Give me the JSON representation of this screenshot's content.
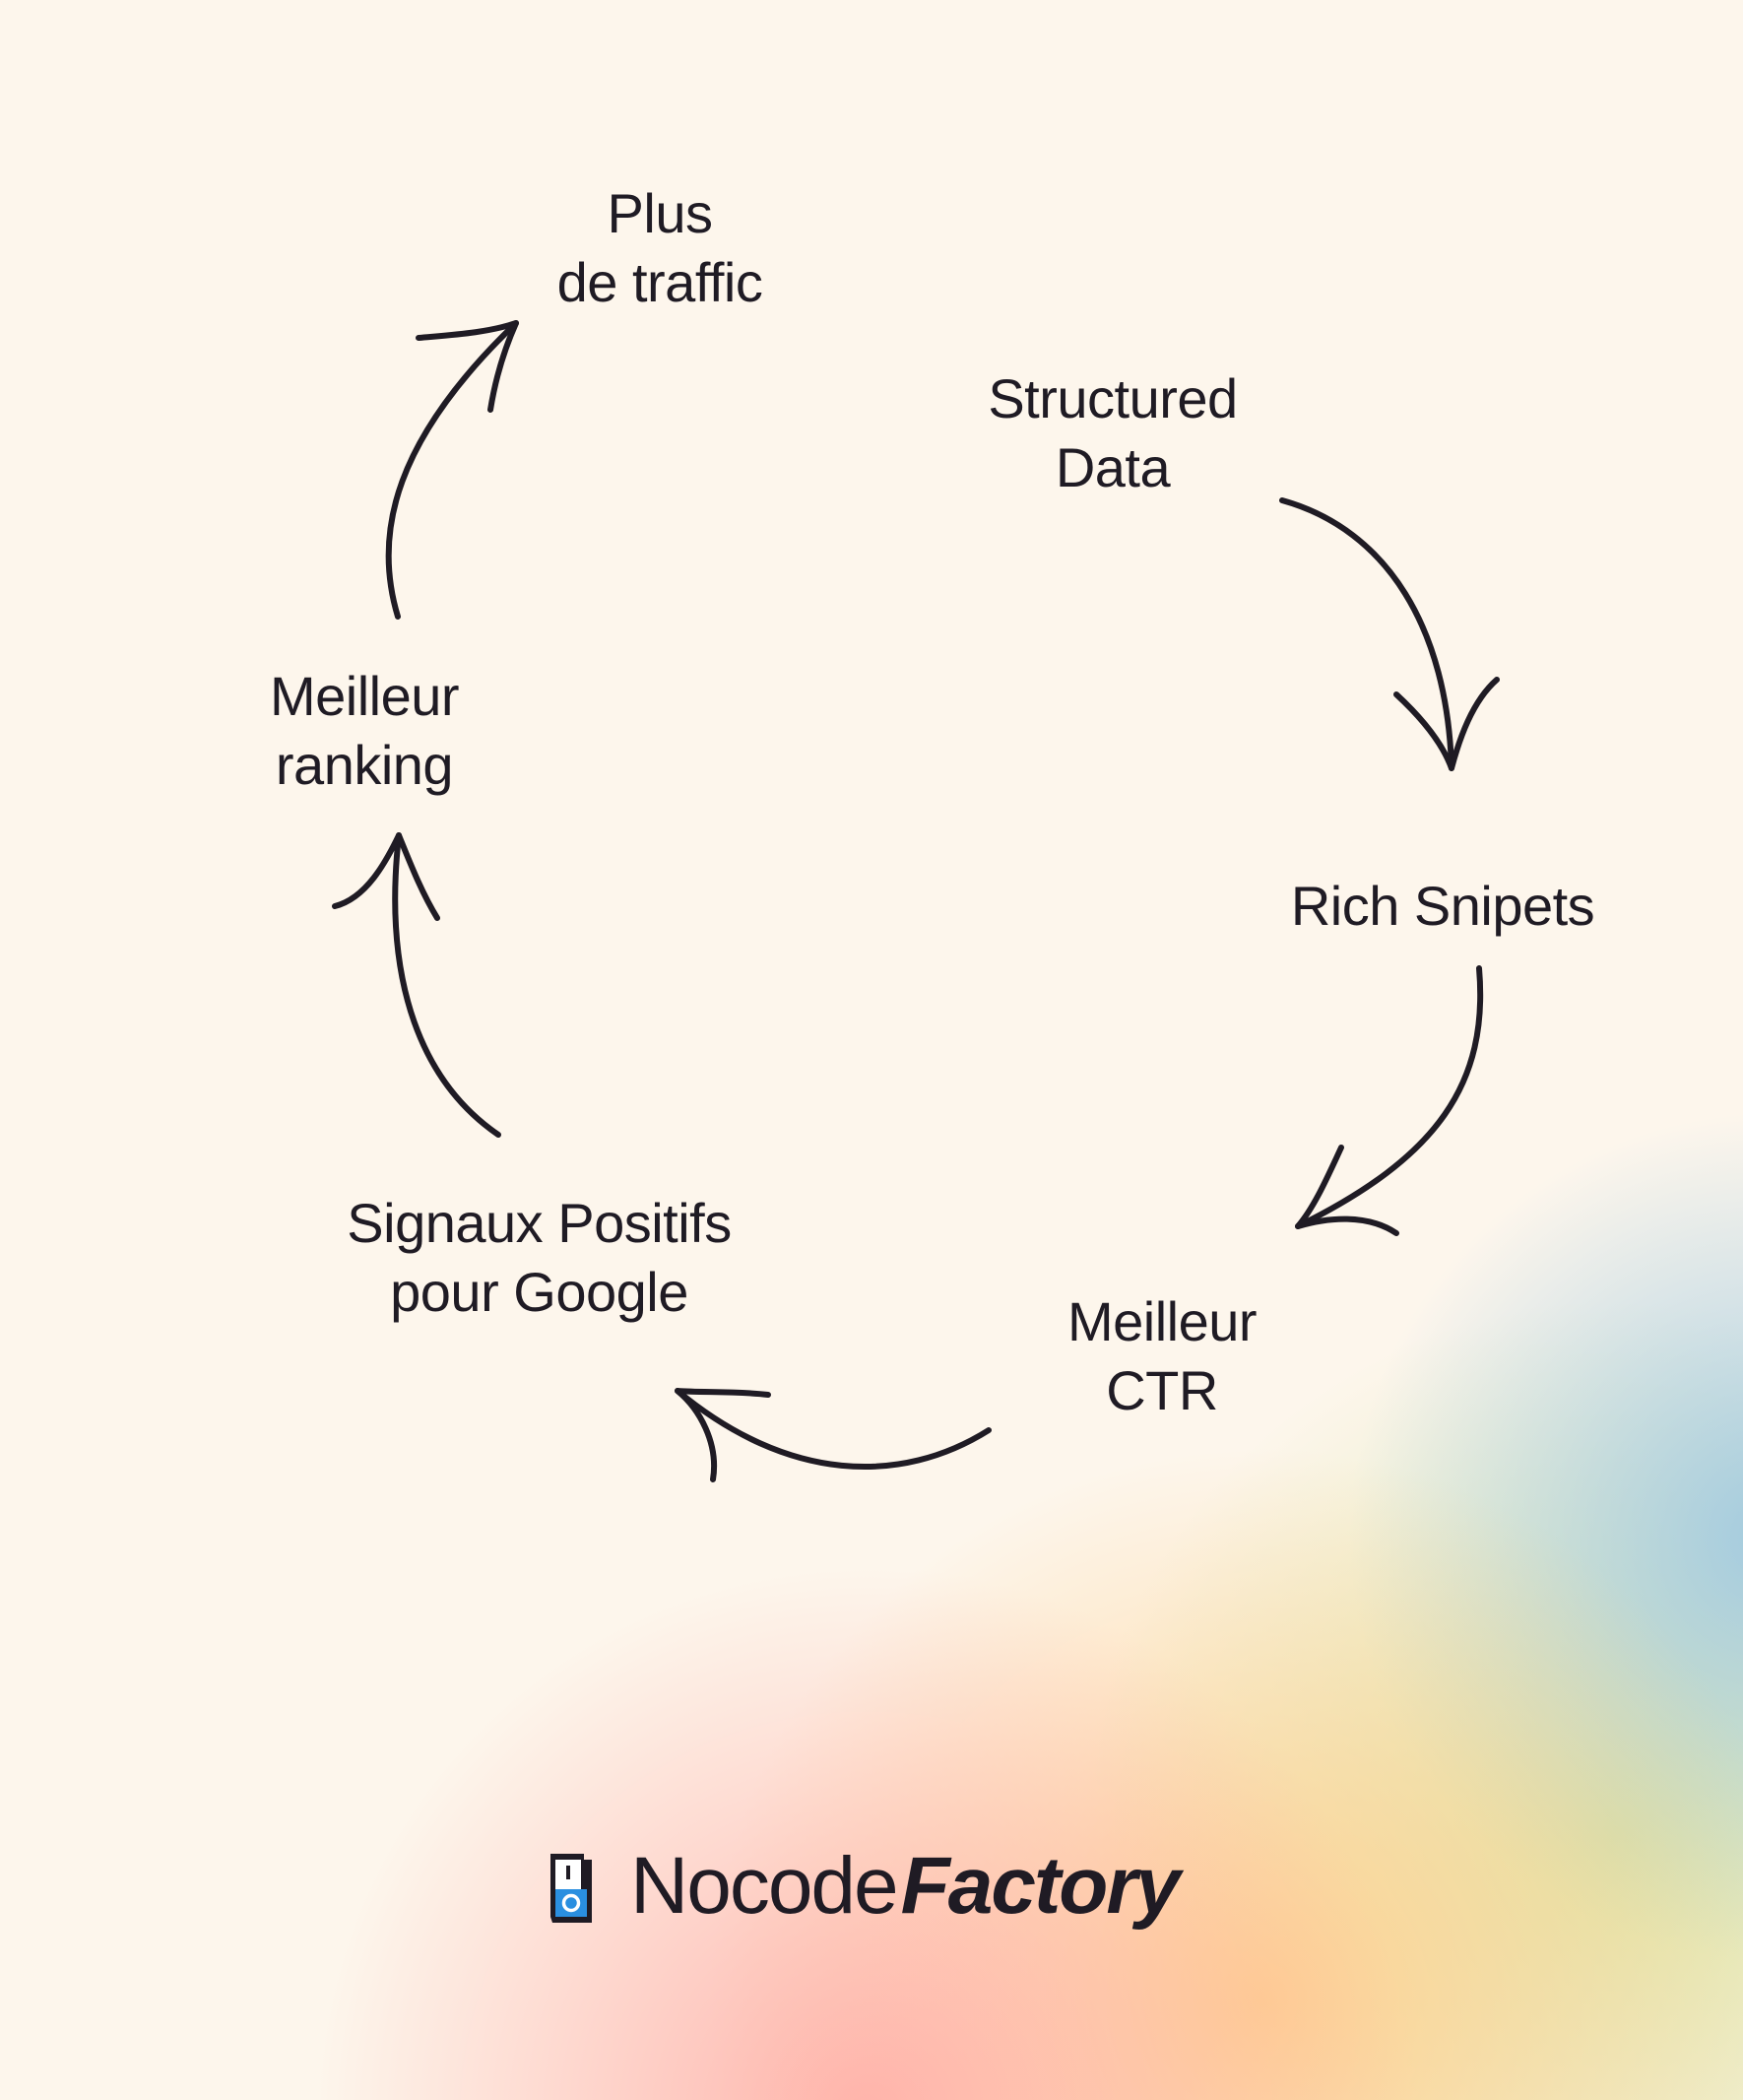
{
  "cycle": {
    "nodes": [
      {
        "id": "traffic",
        "lines": [
          "Plus",
          "de traffic"
        ]
      },
      {
        "id": "struct",
        "lines": [
          "Structured",
          "Data"
        ]
      },
      {
        "id": "rich",
        "lines": [
          "Rich Snipets"
        ]
      },
      {
        "id": "ctr",
        "lines": [
          "Meilleur",
          "CTR"
        ]
      },
      {
        "id": "signaux",
        "lines": [
          "Signaux Positifs",
          "pour Google"
        ]
      },
      {
        "id": "ranking",
        "lines": [
          "Meilleur",
          "ranking"
        ]
      }
    ]
  },
  "brand": {
    "name_regular": "Nocode",
    "name_italic": "Factory",
    "icon": "switch-logo-icon"
  },
  "colors": {
    "background": "#fdf6ec",
    "ink": "#1f1b24",
    "logo_blue": "#2a8fe0"
  }
}
